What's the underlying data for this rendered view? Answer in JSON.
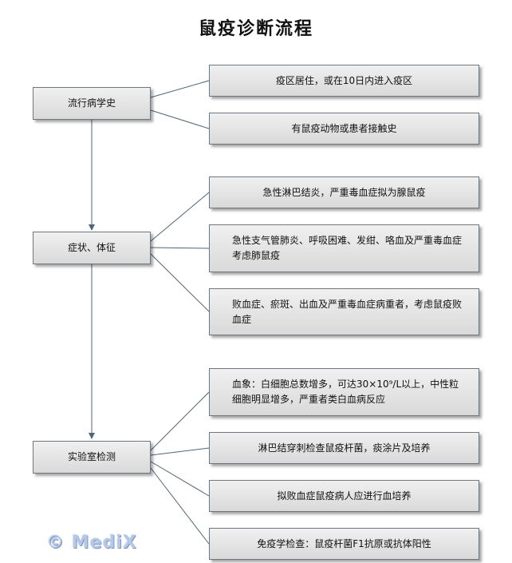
{
  "title": "鼠疫诊断流程",
  "categories": {
    "epidemiology": "流行病学史",
    "symptoms": "症状、体征",
    "lab": "实验室检测"
  },
  "items": {
    "epi_1": "疫区居住，或在10日内进入疫区",
    "epi_2": "有鼠疫动物或患者接触史",
    "sym_1": "急性淋巴结炎，严重毒血症拟为腺鼠疫",
    "sym_2": "急性支气管肺炎、呼吸困难、发绀、咯血及严重毒血症考虑肺鼠疫",
    "sym_3": "败血症、瘀斑、出血及严重毒血症病重者，考虑鼠疫败血症",
    "lab_1": "血象：白细胞总数增多，可达30×10⁹/L以上，中性粒细胞明显增多，严重者类白血病反应",
    "lab_2": "淋巴结穿刺检查鼠疫杆菌，痰涂片及培养",
    "lab_3": "拟败血症鼠疫病人应进行血培养",
    "lab_4": "免疫学检查：鼠疫杆菌F1抗原或抗体阳性"
  },
  "watermark": "© MediX",
  "colors": {
    "box_fill_top": "#f0f0f0",
    "box_fill_bottom": "#d9d9d9",
    "border": "#6e7781",
    "connector": "#4f6578",
    "watermark": "#b4c8e8"
  }
}
